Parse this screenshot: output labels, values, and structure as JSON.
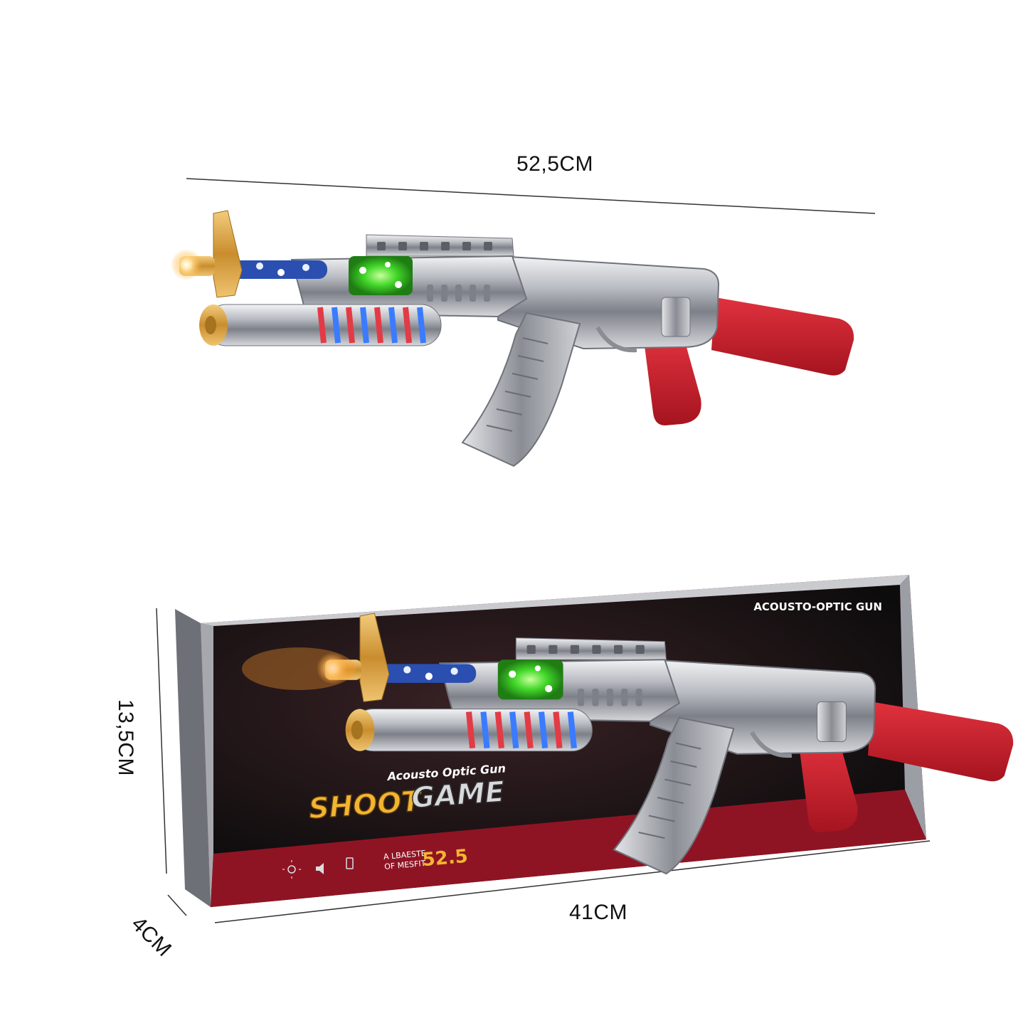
{
  "dimensions": {
    "gun_length": "52,5CM",
    "box_height": "13,5CM",
    "box_depth": "4CM",
    "box_length": "41CM"
  },
  "box": {
    "corner_title": "ACOUSTO-OPTIC GUN",
    "series_line": "Acousto Optic Gun",
    "game_word_1": "SHOOT",
    "game_word_2": "GAME",
    "tagline_1": "A LBAESTE",
    "tagline_2": "OF MESFIT",
    "size_badge": "52.5"
  },
  "colors": {
    "stock_red": "#c8202f",
    "box_red": "#8e1424",
    "metal": "#b9bcc2",
    "gold": "#d8a34a",
    "led_green": "#52e43a",
    "led_blue": "#3a7bff"
  },
  "icons": [
    "light-icon",
    "sound-icon",
    "battery-icon"
  ]
}
